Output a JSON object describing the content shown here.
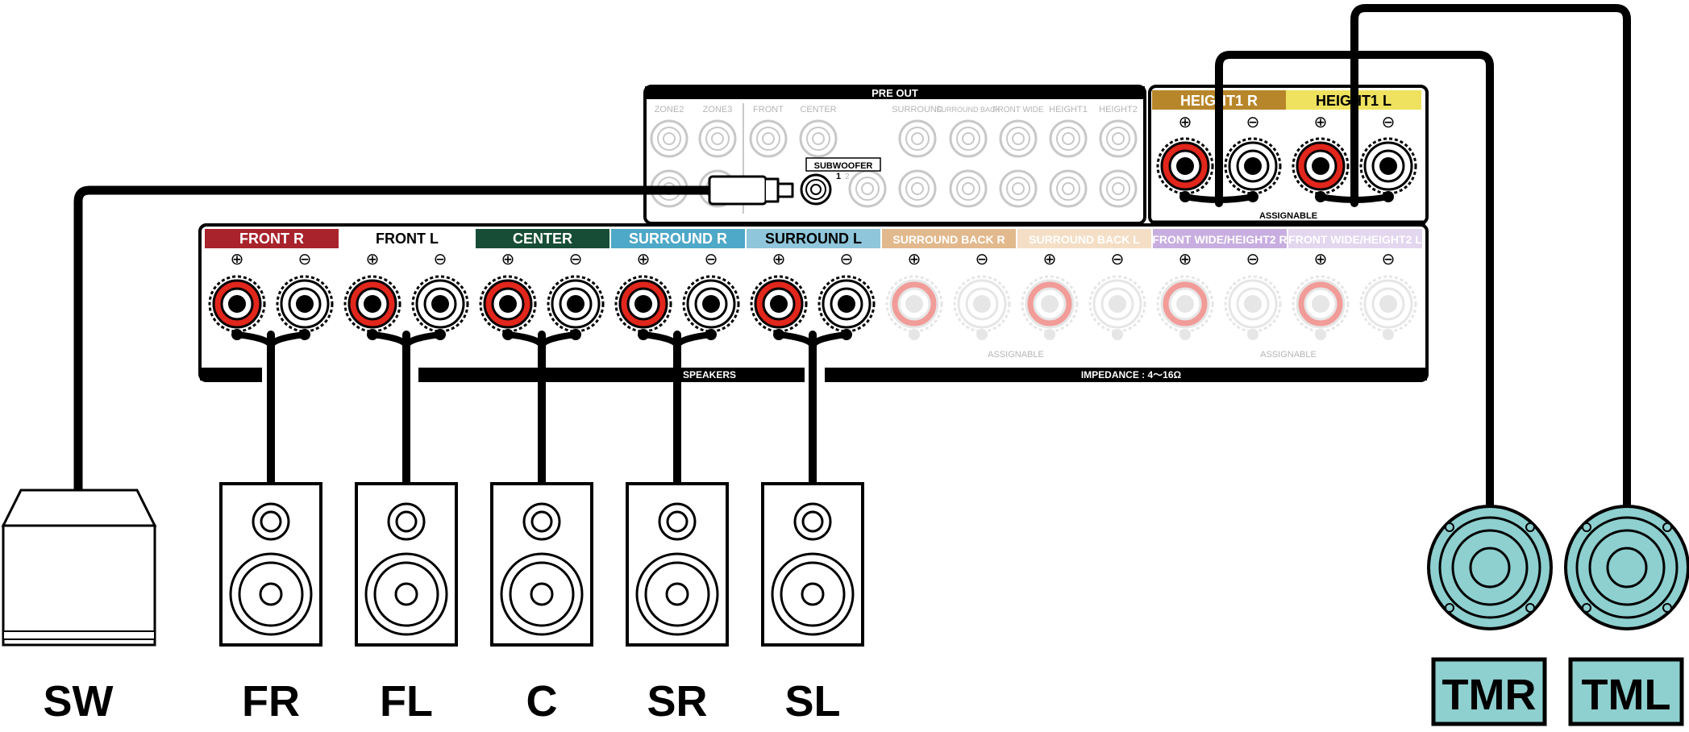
{
  "pre_out": {
    "title": "PRE OUT",
    "jacks": [
      "ZONE2",
      "ZONE3",
      "FRONT",
      "CENTER",
      "SURROUND",
      "SURROUND BACK",
      "FRONT WIDE",
      "HEIGHT1",
      "HEIGHT2"
    ],
    "subwoofer": "SUBWOOFER",
    "sub_1": "1",
    "sub_2": "2"
  },
  "top_block": {
    "terminals": [
      {
        "label": "HEIGHT1 R",
        "color": "#b8862a",
        "text_color": "#ffffff"
      },
      {
        "label": "HEIGHT1 L",
        "color": "#efe25f",
        "text_color": "#000000"
      }
    ],
    "assignable": "ASSIGNABLE"
  },
  "speakers_panel": {
    "terminals": [
      {
        "label": "FRONT R",
        "color": "#a8232b",
        "text_color": "#ffffff",
        "active": true
      },
      {
        "label": "FRONT L",
        "color": "#ffffff",
        "text_color": "#000000",
        "active": true
      },
      {
        "label": "CENTER",
        "color": "#174d36",
        "text_color": "#ffffff",
        "active": true
      },
      {
        "label": "SURROUND R",
        "color": "#4ea8c7",
        "text_color": "#ffffff",
        "active": true
      },
      {
        "label": "SURROUND L",
        "color": "#8fc6db",
        "text_color": "#000000",
        "active": true
      },
      {
        "label": "SURROUND BACK R",
        "color": "#e2b98d",
        "text_color": "#ffffff",
        "active": false
      },
      {
        "label": "SURROUND BACK L",
        "color": "#f4dfc6",
        "text_color": "#ffffff",
        "active": false
      },
      {
        "label": "FRONT WIDE/HEIGHT2 R",
        "color": "#c8aee0",
        "text_color": "#ffffff",
        "active": false
      },
      {
        "label": "FRONT WIDE/HEIGHT2 L",
        "color": "#e3d6ef",
        "text_color": "#ffffff",
        "active": false
      }
    ],
    "plus": "⊕",
    "minus": "⊖",
    "assignable_1": "ASSIGNABLE",
    "assignable_2": "ASSIGNABLE",
    "speakers_label": "SPEAKERS",
    "impedance": "IMPEDANCE : 4〜16Ω"
  },
  "speaker_labels": {
    "sw": "SW",
    "fr": "FR",
    "fl": "FL",
    "c": "C",
    "sr": "SR",
    "sl": "SL",
    "tmr": "TMR",
    "tml": "TML"
  },
  "colors": {
    "terminal_red": "#e1261c",
    "ceiling_speaker": "#8ecfcf",
    "faded": "#c8c8c8",
    "cable": "#000000"
  }
}
